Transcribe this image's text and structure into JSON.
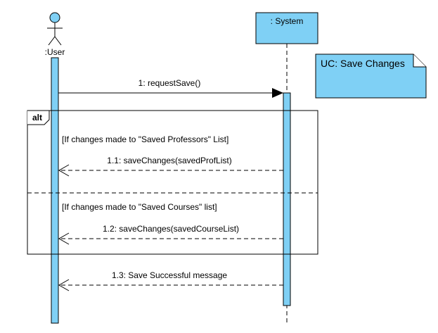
{
  "actor": {
    "label": ":User"
  },
  "lifeline_system": {
    "label": ": System"
  },
  "note": {
    "text": "UC: Save Changes"
  },
  "alt_fragment": {
    "operator": "alt",
    "guard_1": "[If changes made to \"Saved Professors\" List]",
    "guard_2": "[If changes made to \"Saved Courses\" list]"
  },
  "messages": [
    {
      "label": "1: requestSave()",
      "kind": "synchronous"
    },
    {
      "label": "1.1: saveChanges(savedProfList)",
      "kind": "return"
    },
    {
      "label": "1.2: saveChanges(savedCourseList)",
      "kind": "return"
    },
    {
      "label": "1.3: Save Successful message",
      "kind": "return"
    }
  ],
  "colors": {
    "fill": "#7fd0f5",
    "stroke": "#000000",
    "background": "#ffffff"
  }
}
